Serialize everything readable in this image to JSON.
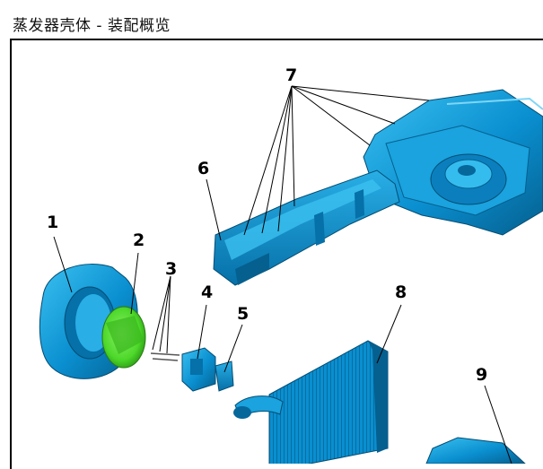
{
  "header": {
    "title": "蒸发器壳体 - 装配概览"
  },
  "callouts": [
    {
      "id": "1",
      "label": "1"
    },
    {
      "id": "2",
      "label": "2"
    },
    {
      "id": "3",
      "label": "3"
    },
    {
      "id": "4",
      "label": "4"
    },
    {
      "id": "5",
      "label": "5"
    },
    {
      "id": "6",
      "label": "6"
    },
    {
      "id": "7",
      "label": "7"
    },
    {
      "id": "8",
      "label": "8"
    },
    {
      "id": "9",
      "label": "9"
    }
  ],
  "colors": {
    "part_blue": "#0a8fd0",
    "part_blue_light": "#29aee6",
    "part_blue_dark": "#05608f",
    "highlight_green": "#4dd82a",
    "frame": "#000000"
  }
}
